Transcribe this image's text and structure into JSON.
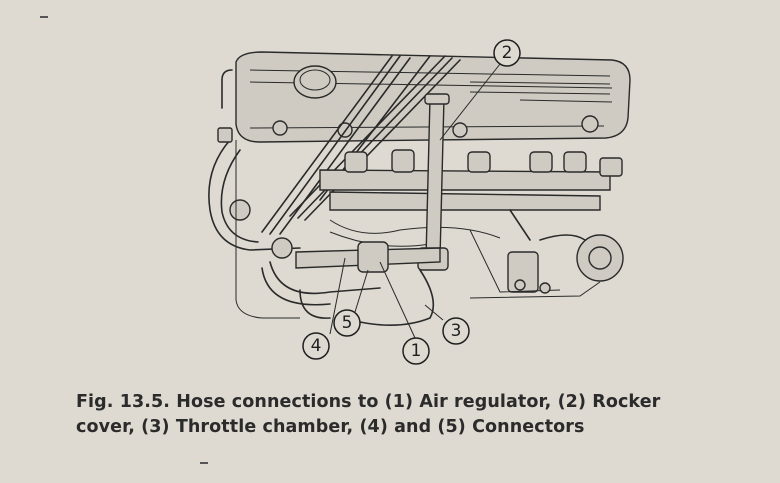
{
  "figure": {
    "caption_line1": "Fig. 13.5. Hose connections to (1) Air regulator, (2) Rocker",
    "caption_line2": "cover, (3) Throttle chamber, (4) and (5) Connectors"
  },
  "callouts": [
    {
      "id": "callout-1",
      "label": "1"
    },
    {
      "id": "callout-2",
      "label": "2"
    },
    {
      "id": "callout-3",
      "label": "3"
    },
    {
      "id": "callout-4",
      "label": "4"
    },
    {
      "id": "callout-5",
      "label": "5"
    }
  ],
  "colors": {
    "paper": "#dedad1",
    "ink": "#2a2a2a"
  }
}
